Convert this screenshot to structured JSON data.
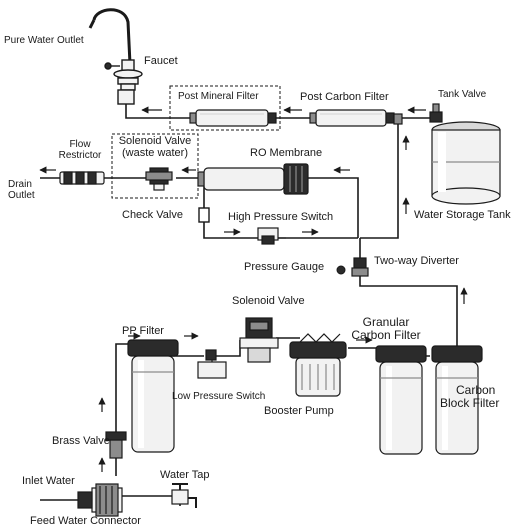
{
  "colors": {
    "line": "#1a1a1a",
    "housing": "#f2f2f2",
    "dark": "#2b2b2b",
    "mid": "#8c8c8c",
    "light": "#d9d9d9"
  },
  "labels": {
    "pure_water_outlet": "Pure Water Outlet",
    "faucet": "Faucet",
    "post_mineral_filter": "Post Mineral Filter",
    "post_carbon_filter": "Post Carbon Filter",
    "tank_valve": "Tank Valve",
    "flow_restrictor_1": "Flow",
    "flow_restrictor_2": "Restrictor",
    "solenoid_valve_waste_1": "Solenoid Valve",
    "solenoid_valve_waste_2": "(waste water)",
    "ro_membrane": "RO Membrane",
    "drain_outlet_1": "Drain",
    "drain_outlet_2": "Outlet",
    "check_valve": "Check Valve",
    "high_pressure_switch": "High Pressure Switch",
    "water_storage_tank": "Water Storage Tank",
    "pressure_gauge": "Pressure Gauge",
    "two_way_diverter": "Two-way Diverter",
    "solenoid_valve": "Solenoid Valve",
    "pp_filter": "PP Filter",
    "granular_carbon_filter_1": "Granular",
    "granular_carbon_filter_2": "Carbon Filter",
    "carbon_block_filter_1": "Carbon",
    "carbon_block_filter_2": "Block Filter",
    "low_pressure_switch": "Low Pressure Switch",
    "booster_pump": "Booster Pump",
    "brass_valve": "Brass Valve",
    "inlet_water": "Inlet Water",
    "water_tap": "Water Tap",
    "feed_water_connector": "Feed Water Connector"
  }
}
